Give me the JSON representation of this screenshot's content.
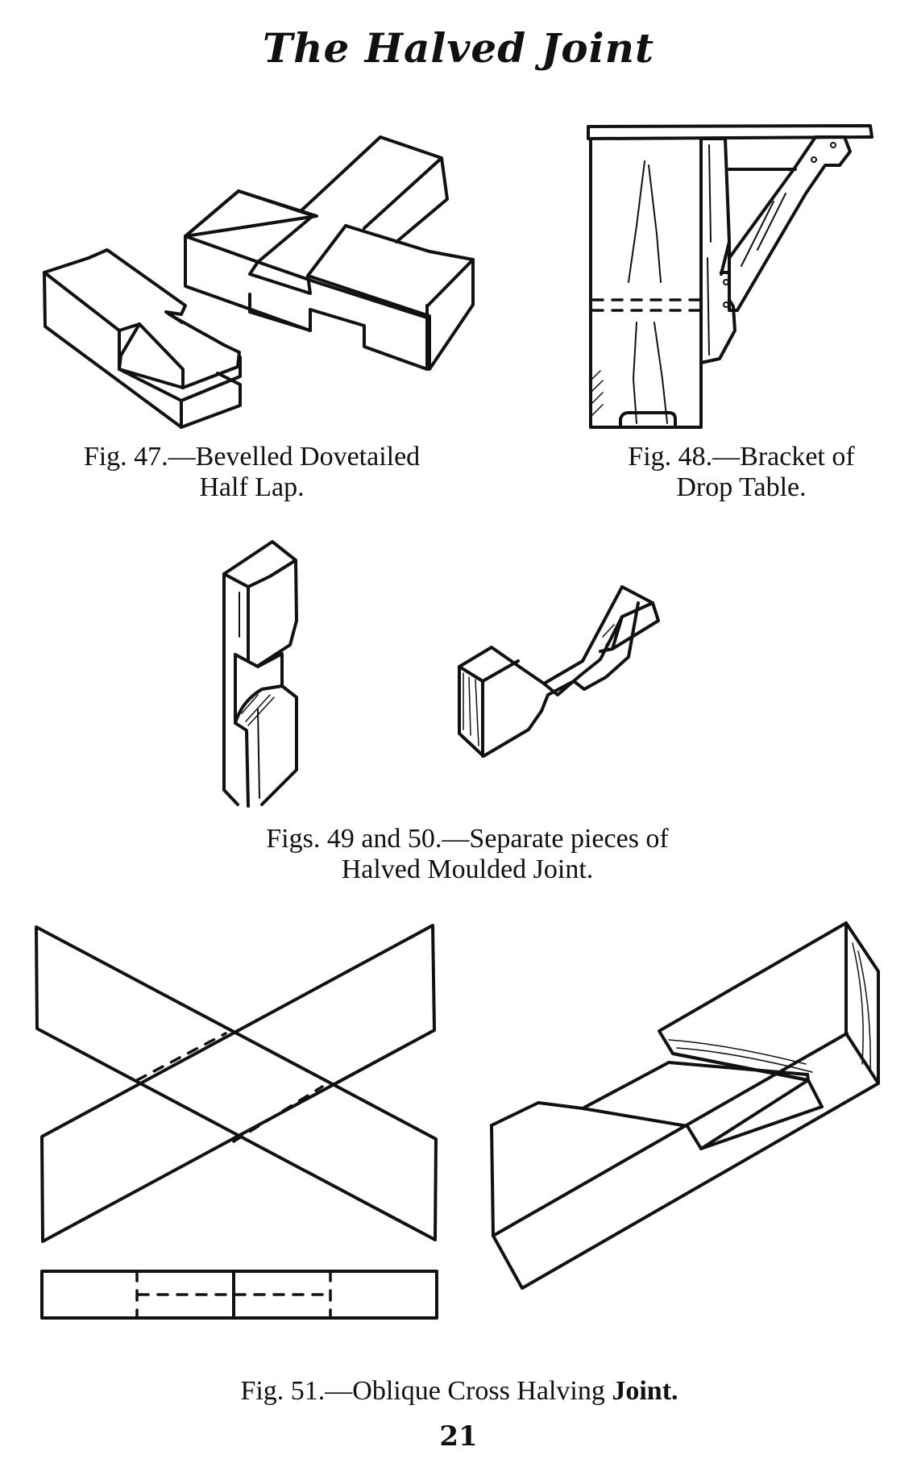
{
  "page": {
    "title": "The Halved Joint",
    "page_number": "21"
  },
  "figures": [
    {
      "id": "fig-47",
      "caption_line1": "Fig. 47.—Bevelled Dovetailed",
      "caption_line2": "Half Lap."
    },
    {
      "id": "fig-48",
      "caption_line1": "Fig. 48.—Bracket of",
      "caption_line2": "Drop Table."
    },
    {
      "id": "fig-49-50",
      "caption_line1": "Figs. 49 and 50.—Separate pieces of",
      "caption_line2": "Halved Moulded Joint."
    },
    {
      "id": "fig-51",
      "caption_prefix": "Fig. 51.—Oblique Cross Halving ",
      "caption_bold": "Joint."
    }
  ]
}
